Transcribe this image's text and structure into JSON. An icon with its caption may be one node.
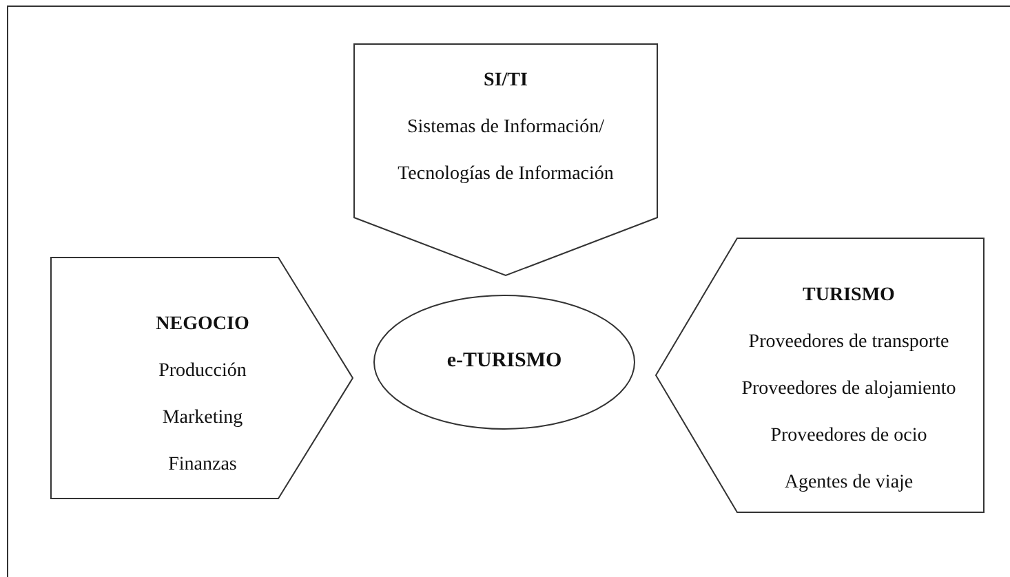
{
  "diagram": {
    "nodes": [
      {
        "text": [
          "SI/TI",
          "Sistemas de Información/ Tecnologías de Información"
        ]
      },
      {
        "text": [
          "NEGOCIO",
          "Producción",
          "Marketing",
          "Finanzas"
        ]
      },
      {
        "text": [
          "e-TURISMO"
        ]
      },
      {
        "text": [
          "TURISMO",
          "Proveedores de transporte",
          "Proveedores de alojamiento",
          "Proveedores de ocio",
          "Agentes de viaje"
        ]
      }
    ]
  }
}
